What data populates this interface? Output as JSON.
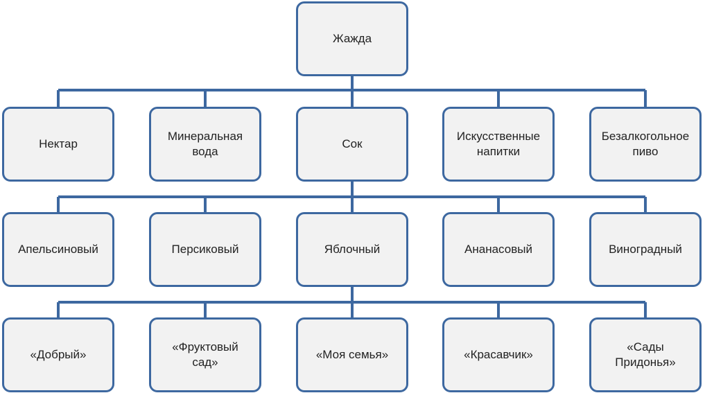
{
  "colors": {
    "node_border": "#3d68a0",
    "node_fill": "#f2f2f2",
    "connector": "#3d68a0",
    "text": "#222222"
  },
  "root": {
    "label": "Жажда"
  },
  "level1": [
    {
      "label": "Нектар"
    },
    {
      "label": "Минеральная\nвода"
    },
    {
      "label": "Сок"
    },
    {
      "label": "Искусственные\nнапитки"
    },
    {
      "label": "Безалкогольное\nпиво"
    }
  ],
  "level2": [
    {
      "label": "Апельсиновый"
    },
    {
      "label": "Персиковый"
    },
    {
      "label": "Яблочный"
    },
    {
      "label": "Ананасовый"
    },
    {
      "label": "Виноградный"
    }
  ],
  "level3": [
    {
      "label": "«Добрый»"
    },
    {
      "label": "«Фруктовый\nсад»"
    },
    {
      "label": "«Моя семья»"
    },
    {
      "label": "«Красавчик»"
    },
    {
      "label": "«Сады\nПридонья»"
    }
  ]
}
